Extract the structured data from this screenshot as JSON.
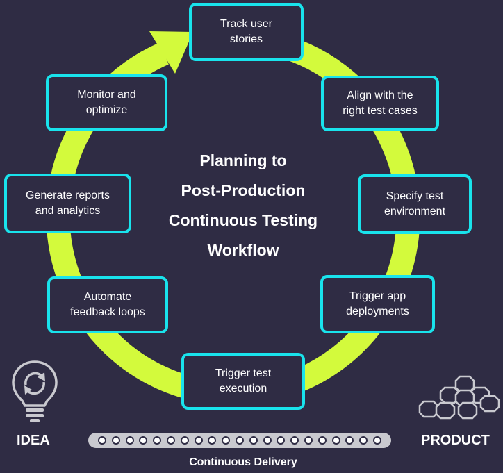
{
  "center_title": "Planning to\nPost-Production\nContinuous Testing\nWorkflow",
  "steps": [
    "Track user\nstories",
    "Align with the\nright test cases",
    "Specify test\nenvironment",
    "Trigger app\ndeployments",
    "Trigger test\nexecution",
    "Automate\nfeedback loops",
    "Generate reports\nand analytics",
    "Monitor and\noptimize"
  ],
  "idea_label": "IDEA",
  "product_label": "PRODUCT",
  "delivery_label": "Continuous Delivery",
  "roller_count": 21,
  "colors": {
    "background": "#2f2c44",
    "cycle_arrow": "#d3fa3c",
    "box_border": "#19e3ec",
    "icon_gray": "#c9c9cf"
  },
  "icons": [
    "lightbulb-cycle-icon",
    "hexagon-blocks-icon"
  ]
}
